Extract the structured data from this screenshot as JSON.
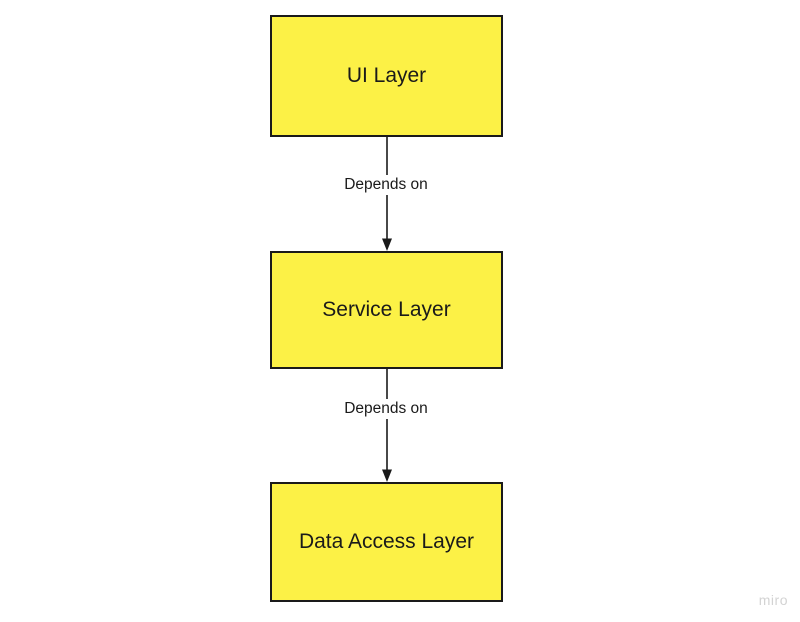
{
  "diagram": {
    "nodes": [
      {
        "id": "ui-layer",
        "label": "UI Layer"
      },
      {
        "id": "service-layer",
        "label": "Service Layer"
      },
      {
        "id": "data-access-layer",
        "label": "Data Access Layer"
      }
    ],
    "edges": [
      {
        "from": "ui-layer",
        "to": "service-layer",
        "label": "Depends on"
      },
      {
        "from": "service-layer",
        "to": "data-access-layer",
        "label": "Depends on"
      }
    ],
    "colors": {
      "node_fill": "#fcf146",
      "node_border": "#1a1a1a",
      "text": "#1a1a1a",
      "watermark": "#d3d3d3"
    }
  },
  "watermark": {
    "label": "miro"
  }
}
